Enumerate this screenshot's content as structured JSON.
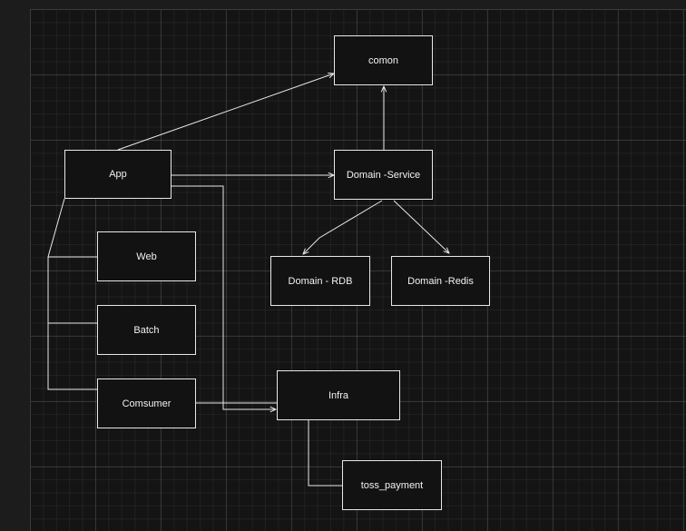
{
  "nodes": {
    "comon": "comon",
    "app": "App",
    "domain_service": "Domain -Service",
    "web": "Web",
    "domain_rdb": "Domain - RDB",
    "domain_redis": "Domain -Redis",
    "batch": "Batch",
    "comsumer": "Comsumer",
    "infra": "Infra",
    "toss_payment": "toss_payment"
  },
  "colors": {
    "background": "#1c1c1c",
    "canvas": "#141414",
    "stroke": "#e8e8e8",
    "text": "#f2f2f2"
  }
}
